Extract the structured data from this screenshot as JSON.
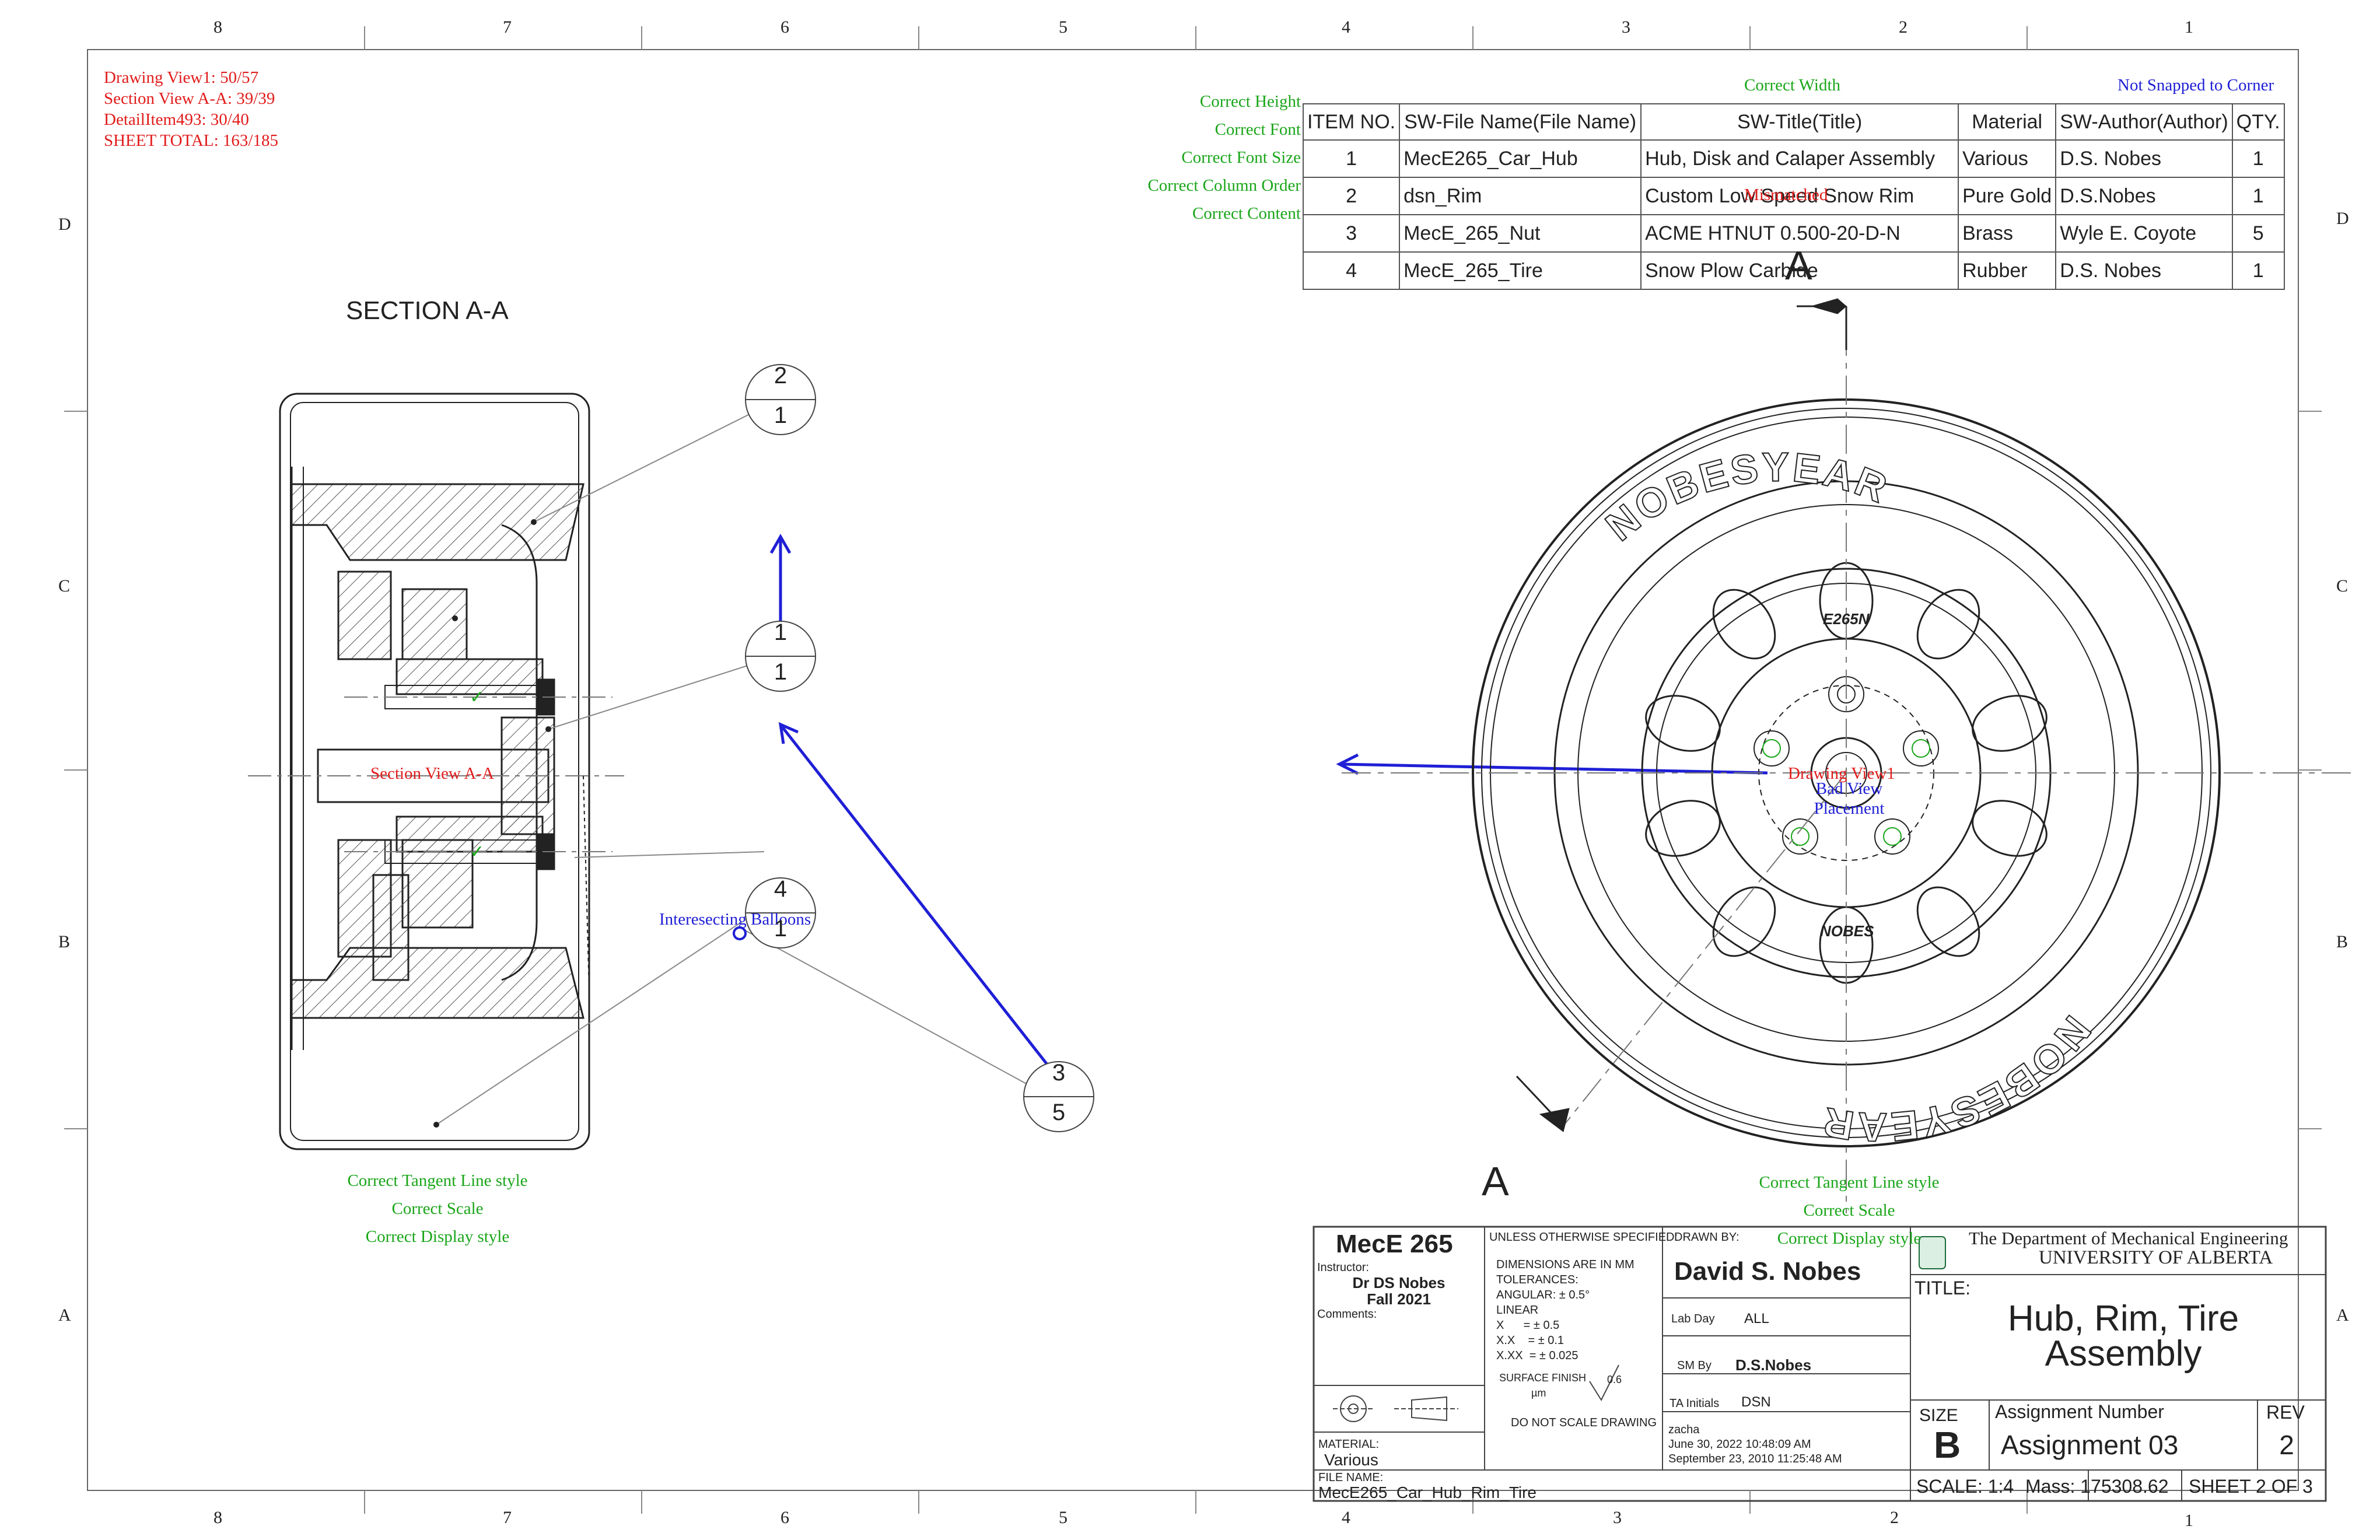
{
  "zones": {
    "columns_top": [
      "8",
      "7",
      "6",
      "5",
      "4",
      "3",
      "2",
      "1"
    ],
    "columns_bottom": [
      "8",
      "7",
      "6",
      "5",
      "4",
      "3",
      "2",
      "1"
    ],
    "rows_left": [
      "D",
      "C",
      "B",
      "A"
    ],
    "rows_right": [
      "D",
      "C",
      "B",
      "A"
    ]
  },
  "grading": {
    "scores": [
      "Drawing View1: 50/57",
      "Section View A-A: 39/39",
      "DetailItem493: 30/40",
      "SHEET TOTAL: 163/185"
    ],
    "bom_checks": [
      "Correct Height",
      "Correct Font",
      "Correct Font Size",
      "Correct Column Order",
      "Correct Content"
    ],
    "bom_width": "Correct Width",
    "bom_snap": "Not Snapped to Corner",
    "section_checks": [
      "Correct Tangent Line style",
      "Correct Scale",
      "Correct Display style"
    ],
    "section_label": "Section View A-A",
    "view_checks": [
      "Correct Tangent Line style",
      "Correct Scale",
      "Correct Display style"
    ],
    "view_label": "Drawing View1",
    "view_placement": "Bad View Placement",
    "balloon_note": "Interesecting Balloons",
    "bom_overlap_note": "Mismatched"
  },
  "bom": {
    "headers": [
      "ITEM NO.",
      "SW-File Name(File Name)",
      "SW-Title(Title)",
      "Material",
      "SW-Author(Author)",
      "QTY."
    ],
    "rows": [
      [
        "1",
        "MecE265_Car_Hub",
        "Hub, Disk and Calaper Assembly",
        "Various",
        "D.S. Nobes",
        "1"
      ],
      [
        "2",
        "dsn_Rim",
        "Custom Low Speed Snow Rim",
        "Pure Gold",
        "D.S.Nobes",
        "1"
      ],
      [
        "3",
        "MecE_265_Nut",
        "ACME HTNUT 0.500-20-D-N",
        "Brass",
        "Wyle E. Coyote",
        "5"
      ],
      [
        "4",
        "MecE_265_Tire",
        "Snow Plow Carbide",
        "Rubber",
        "D.S. Nobes",
        "1"
      ]
    ]
  },
  "section": {
    "title": "SECTION A-A",
    "cut_label": "A"
  },
  "balloons": [
    {
      "top": "2",
      "bottom": "1"
    },
    {
      "top": "1",
      "bottom": "1"
    },
    {
      "top": "4",
      "bottom": "1"
    },
    {
      "top": "3",
      "bottom": "5"
    }
  ],
  "wheel": {
    "brand": "NOBESYEAR",
    "tag_top": "E265N",
    "tag_bottom": "NOBES"
  },
  "title_block": {
    "course": "MecE 265",
    "instructor_label": "Instructor:",
    "instructor": "Dr DS Nobes",
    "term": "Fall 2021",
    "comments_label": "Comments:",
    "unless": "UNLESS OTHERWISE SPECIFIED:",
    "dims": [
      "DIMENSIONS ARE IN MM",
      "TOLERANCES:",
      "ANGULAR: ± 0.5°",
      "LINEAR",
      "X      = ± 0.5",
      "X.X    = ± 0.1",
      "X.XX  = ± 0.025"
    ],
    "surface_finish": "SURFACE FINISH",
    "finish_unit": "µm",
    "finish_value": "0.6",
    "dont_scale": "DO NOT SCALE DRAWING",
    "material_label": "MATERIAL:",
    "material": "Various",
    "file_label": "FILE NAME:",
    "file_name": "MecE265_Car_Hub_Rim_Tire",
    "drawn_by_label": "DRAWN BY:",
    "drawn_by": "David S. Nobes",
    "lab_day_label": "Lab Day",
    "lab_day": "ALL",
    "sm_label": "SM By",
    "sm_by": "D.S.Nobes",
    "ta_label": "TA Initials",
    "ta": "DSN",
    "user": "zacha",
    "date1": "June 30, 2022 10:48:09 AM",
    "date2": "September 23, 2010 11:25:48 AM",
    "dept": "The Department of Mechanical Engineering",
    "university": "UNIVERSITY OF ALBERTA",
    "title_label": "TITLE:",
    "title_line1": "Hub, Rim, Tire",
    "title_line2": "Assembly",
    "size_label": "SIZE",
    "size": "B",
    "assign_label": "Assignment  Number",
    "assign": "Assignment 03",
    "rev_label": "REV",
    "rev": "2",
    "scale": "SCALE: 1:4",
    "mass": "Mass: 175308.62",
    "sheet": "SHEET 2 OF 3"
  },
  "colors": {
    "score_red": "#e21c1c",
    "check_green": "#1aa61a",
    "note_blue": "#1f1fd6",
    "line": "#222222",
    "hatch": "#444444"
  }
}
